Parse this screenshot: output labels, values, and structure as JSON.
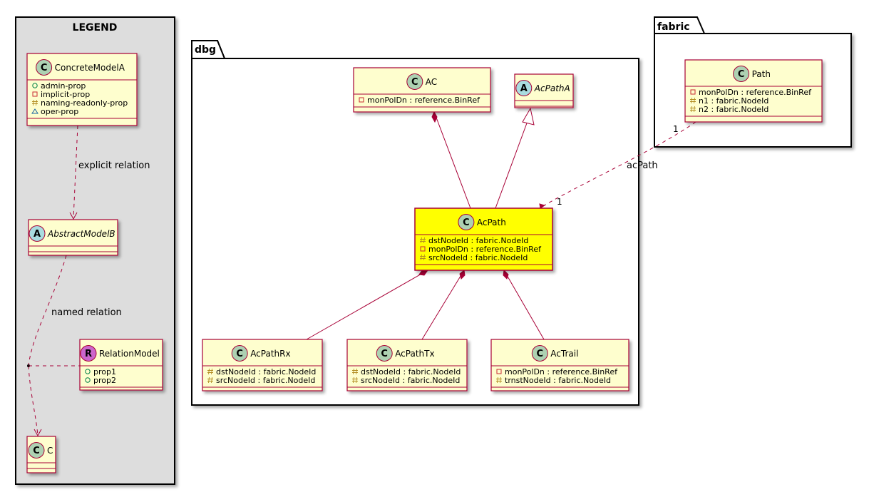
{
  "legend": {
    "title": "LEGEND",
    "concrete_model": {
      "name": "ConcreteModelA",
      "stereotype": "C",
      "attributes": [
        {
          "vis": "+",
          "text": "admin-prop"
        },
        {
          "vis": "-",
          "text": "implicit-prop"
        },
        {
          "vis": "#",
          "text": "naming-readonly-prop"
        },
        {
          "vis": "~",
          "text": "oper-prop"
        }
      ]
    },
    "abstract_model": {
      "name": "AbstractModelB",
      "stereotype": "A"
    },
    "relation_model": {
      "name": "RelationModel",
      "stereotype": "R",
      "attributes": [
        {
          "vis": "+",
          "text": "prop1"
        },
        {
          "vis": "+",
          "text": "prop2"
        }
      ]
    },
    "c_model": {
      "name": "C",
      "stereotype": "C"
    },
    "explicit_relation_label": "explicit relation",
    "named_relation_label": "named relation"
  },
  "packages": {
    "dbg": {
      "title": "dbg",
      "classes": {
        "ac": {
          "name": "AC",
          "stereotype": "C",
          "attributes": [
            {
              "vis": "-",
              "text": "monPolDn : reference.BinRef"
            }
          ]
        },
        "acpatha": {
          "name": "AcPathA",
          "stereotype": "A",
          "attributes": []
        },
        "acpath": {
          "name": "AcPath",
          "stereotype": "C",
          "attributes": [
            {
              "vis": "#",
              "text": "dstNodeId : fabric.NodeId"
            },
            {
              "vis": "-",
              "text": "monPolDn : reference.BinRef"
            },
            {
              "vis": "#",
              "text": "srcNodeId : fabric.NodeId"
            }
          ]
        },
        "acpathrx": {
          "name": "AcPathRx",
          "stereotype": "C",
          "attributes": [
            {
              "vis": "#",
              "text": "dstNodeId : fabric.NodeId"
            },
            {
              "vis": "#",
              "text": "srcNodeId : fabric.NodeId"
            }
          ]
        },
        "acpathtx": {
          "name": "AcPathTx",
          "stereotype": "C",
          "attributes": [
            {
              "vis": "#",
              "text": "dstNodeId : fabric.NodeId"
            },
            {
              "vis": "#",
              "text": "srcNodeId : fabric.NodeId"
            }
          ]
        },
        "actrail": {
          "name": "AcTrail",
          "stereotype": "C",
          "attributes": [
            {
              "vis": "-",
              "text": "monPolDn : reference.BinRef"
            },
            {
              "vis": "#",
              "text": "trnstNodeId : fabric.NodeId"
            }
          ]
        }
      }
    },
    "fabric": {
      "title": "fabric",
      "classes": {
        "path": {
          "name": "Path",
          "stereotype": "C",
          "attributes": [
            {
              "vis": "-",
              "text": "monPolDn : reference.BinRef"
            },
            {
              "vis": "#",
              "text": "n1 : fabric.NodeId"
            },
            {
              "vis": "#",
              "text": "n2 : fabric.NodeId"
            }
          ]
        }
      }
    }
  },
  "relations": {
    "acpath_link": {
      "label": "acPath",
      "source_card": "1",
      "target_card": "1"
    }
  },
  "colors": {
    "class_fill": "#FEFECE",
    "class_border": "#A80036",
    "highlight_fill": "#FFFF00",
    "legend_bg": "#DDDDDD",
    "stereo_c": "#ADD1B2",
    "stereo_a": "#A9DCDF",
    "stereo_r": "#CC66CC",
    "edge": "#A80036",
    "vis_public": "#038048",
    "vis_private": "#C82930",
    "vis_protected": "#B38D22",
    "vis_package": "#1963A0"
  }
}
